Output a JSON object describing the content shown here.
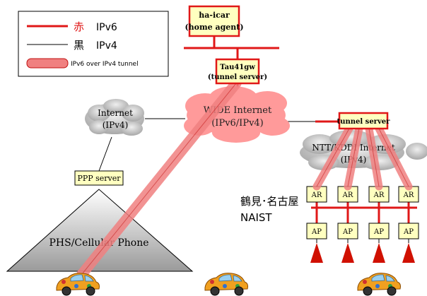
{
  "legend": {
    "red_char": "赤",
    "red_label": "IPv6",
    "black_char": "黒",
    "black_label": "IPv4",
    "tunnel_label": "IPv6 over IPv4 tunnel"
  },
  "nodes": {
    "ha_icar": [
      "ha-icar",
      "(home agent)"
    ],
    "tau41gw": [
      "Tau41gw",
      "(tunnel server)"
    ],
    "tunnel_server_right": "tunnel server",
    "ppp_server": "PPP server"
  },
  "clouds": {
    "internet_left": [
      "Internet",
      "(IPv4)"
    ],
    "wide": [
      "WIDE Internet",
      "(IPv6/IPv4)"
    ],
    "ntt_kddi": [
      "NTT/KDDI Internet",
      "(IPv4)"
    ]
  },
  "phs_label": "PHS/Cellular Phone",
  "sites": [
    "鶴見･名古屋",
    "NAIST"
  ],
  "ar_label": "AR",
  "ap_label": "AP",
  "colors": {
    "ipv6_red": "#e01818",
    "node_fill": "#ffffc0",
    "tunnel_fill": "#f08080",
    "cloud_fill": "#c8c8c8",
    "antenna_red": "#d01000"
  }
}
